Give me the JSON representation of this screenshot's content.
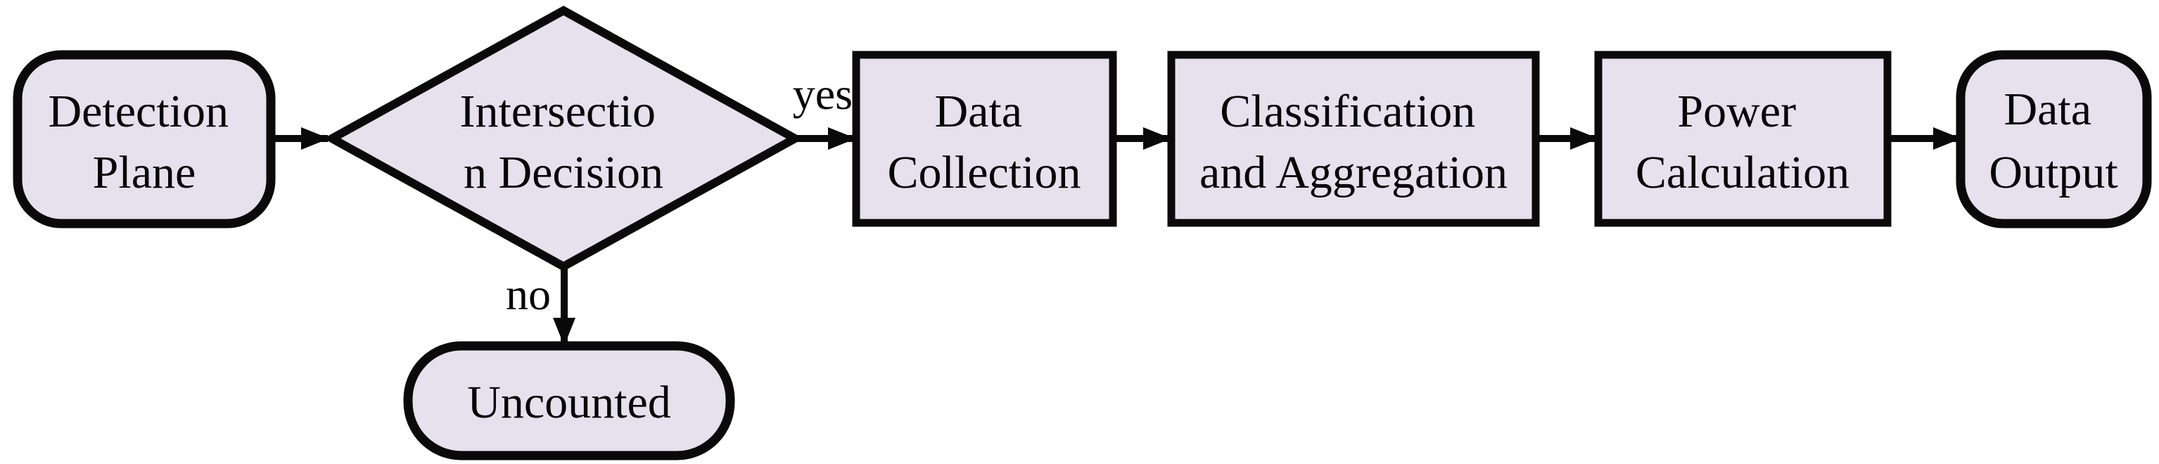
{
  "diagram": {
    "title": "detection-flowchart",
    "background_color": "#ffffff",
    "node_fill_color": "#e7e1ee",
    "stroke_color": "#0a0a0a"
  },
  "nodes": {
    "detection_plane": {
      "type": "terminator",
      "lines": [
        "Detection",
        "Plane"
      ]
    },
    "intersection_decision": {
      "type": "decision",
      "lines": [
        "Intersectio",
        "n Decision"
      ]
    },
    "data_collection": {
      "type": "process",
      "lines": [
        "Data",
        "Collection"
      ]
    },
    "classification_aggregation": {
      "type": "process",
      "lines": [
        "Classification",
        "and Aggregation"
      ]
    },
    "power_calculation": {
      "type": "process",
      "lines": [
        "Power",
        "Calculation"
      ]
    },
    "data_output": {
      "type": "terminator",
      "lines": [
        "Data",
        "Output"
      ]
    },
    "uncounted": {
      "type": "terminator",
      "lines": [
        "Uncounted"
      ]
    }
  },
  "edges": {
    "yes_label": "yes",
    "no_label": "no"
  }
}
